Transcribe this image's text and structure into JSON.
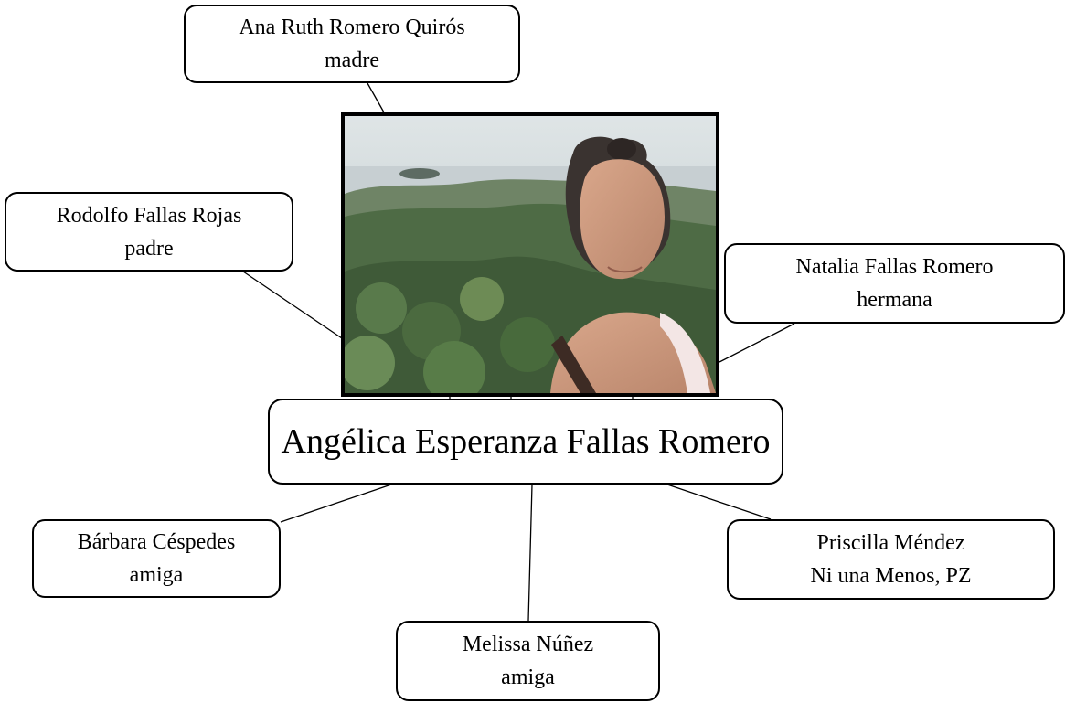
{
  "center": {
    "name": "Angélica Esperanza Fallas Romero"
  },
  "photo": {
    "icon": "portrait-photo"
  },
  "relations": {
    "madre": {
      "name": "Ana Ruth Romero Quirós",
      "role": "madre"
    },
    "padre": {
      "name": "Rodolfo Fallas Rojas",
      "role": "padre"
    },
    "hermana": {
      "name": "Natalia Fallas Romero",
      "role": "hermana"
    },
    "barbara": {
      "name": "Bárbara Céspedes",
      "role": "amiga"
    },
    "priscilla": {
      "name": "Priscilla Méndez",
      "role": "Ni una Menos, PZ"
    },
    "melissa": {
      "name": "Melissa Núñez",
      "role": "amiga"
    }
  }
}
